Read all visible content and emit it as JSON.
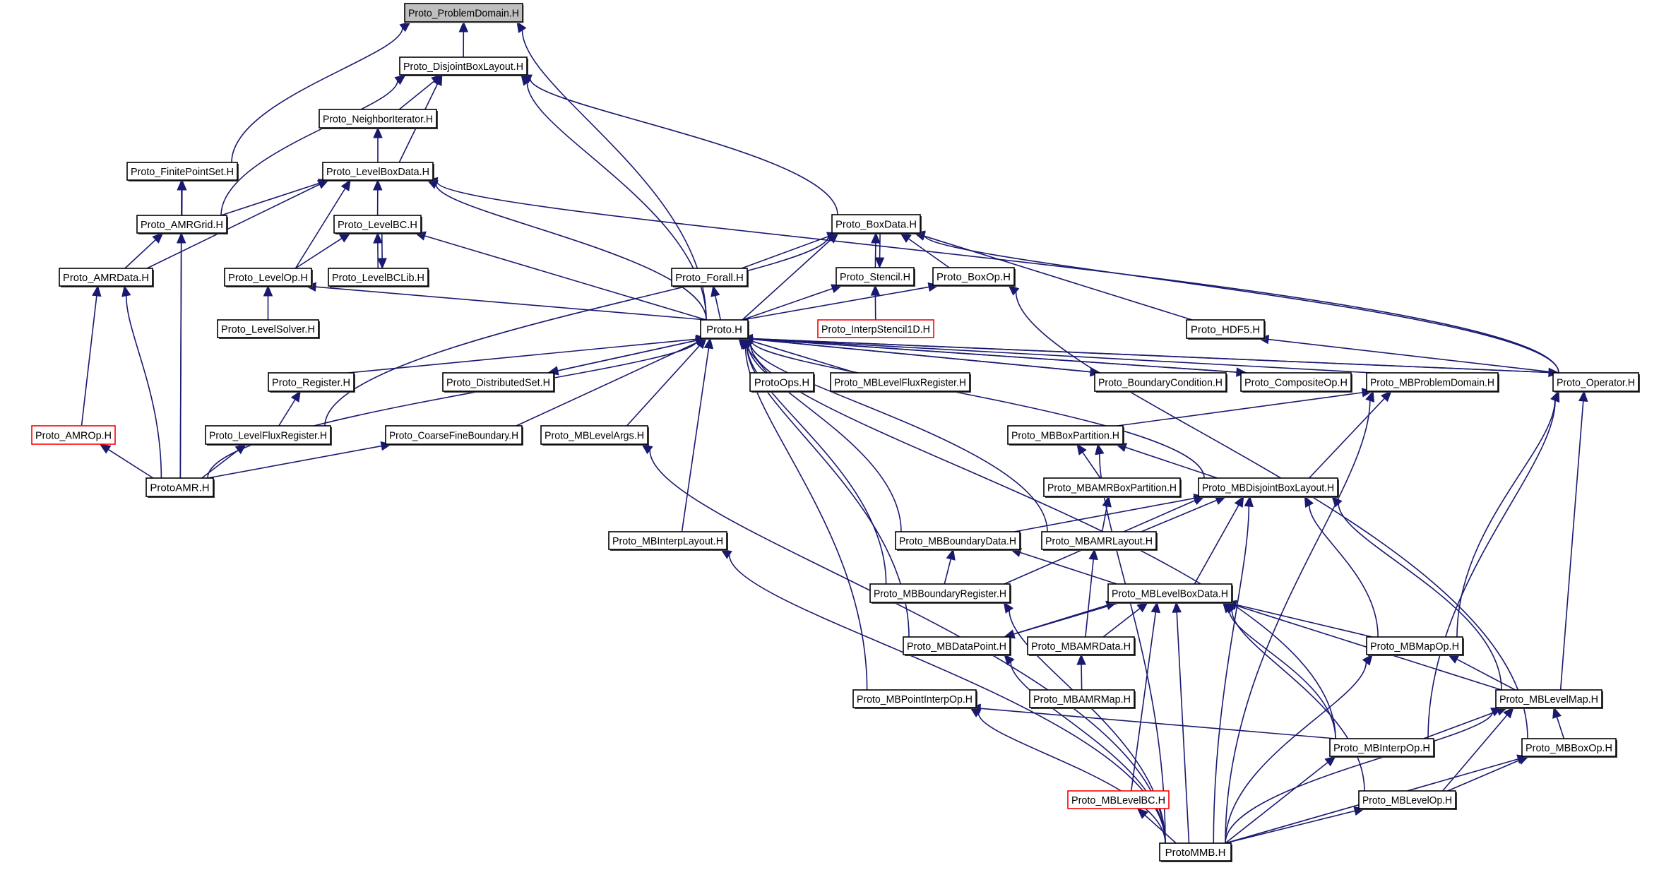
{
  "graph": {
    "title": "Proto_ProblemDomain.H dependency graph",
    "colors": {
      "edge": "#191970",
      "root_fill": "#bfbfbf",
      "missing_border": "#ff0000"
    },
    "root": "ProblemDomain",
    "nodes": [
      {
        "id": "ProblemDomain",
        "label": "Proto_ProblemDomain.H",
        "kind": "root"
      },
      {
        "id": "DisjointBoxLayout",
        "label": "Proto_DisjointBoxLayout.H",
        "kind": "normal"
      },
      {
        "id": "NeighborIterator",
        "label": "Proto_NeighborIterator.H",
        "kind": "normal"
      },
      {
        "id": "FinitePointSet",
        "label": "Proto_FinitePointSet.H",
        "kind": "normal"
      },
      {
        "id": "LevelBoxData",
        "label": "Proto_LevelBoxData.H",
        "kind": "normal"
      },
      {
        "id": "AMRGrid",
        "label": "Proto_AMRGrid.H",
        "kind": "normal"
      },
      {
        "id": "LevelBC",
        "label": "Proto_LevelBC.H",
        "kind": "normal"
      },
      {
        "id": "AMRData",
        "label": "Proto_AMRData.H",
        "kind": "normal"
      },
      {
        "id": "LevelOp",
        "label": "Proto_LevelOp.H",
        "kind": "normal"
      },
      {
        "id": "LevelBCLib",
        "label": "Proto_LevelBCLib.H",
        "kind": "normal"
      },
      {
        "id": "BoxData",
        "label": "Proto_BoxData.H",
        "kind": "normal"
      },
      {
        "id": "Forall",
        "label": "Proto_Forall.H",
        "kind": "normal"
      },
      {
        "id": "Stencil",
        "label": "Proto_Stencil.H",
        "kind": "normal"
      },
      {
        "id": "BoxOp",
        "label": "Proto_BoxOp.H",
        "kind": "normal"
      },
      {
        "id": "LevelSolver",
        "label": "Proto_LevelSolver.H",
        "kind": "normal"
      },
      {
        "id": "ProtoH",
        "label": "Proto.H",
        "kind": "normal"
      },
      {
        "id": "InterpStencil1D",
        "label": "Proto_InterpStencil1D.H",
        "kind": "missing"
      },
      {
        "id": "HDF5",
        "label": "Proto_HDF5.H",
        "kind": "normal"
      },
      {
        "id": "Register",
        "label": "Proto_Register.H",
        "kind": "normal"
      },
      {
        "id": "DistributedSet",
        "label": "Proto_DistributedSet.H",
        "kind": "normal"
      },
      {
        "id": "ProtoOps",
        "label": "ProtoOps.H",
        "kind": "normal"
      },
      {
        "id": "MBLevelFluxRegister",
        "label": "Proto_MBLevelFluxRegister.H",
        "kind": "normal"
      },
      {
        "id": "BoundaryCondition",
        "label": "Proto_BoundaryCondition.H",
        "kind": "normal"
      },
      {
        "id": "CompositeOp",
        "label": "Proto_CompositeOp.H",
        "kind": "normal"
      },
      {
        "id": "MBProblemDomain",
        "label": "Proto_MBProblemDomain.H",
        "kind": "normal"
      },
      {
        "id": "Operator",
        "label": "Proto_Operator.H",
        "kind": "normal"
      },
      {
        "id": "AMROp",
        "label": "Proto_AMROp.H",
        "kind": "missing"
      },
      {
        "id": "LevelFluxRegister",
        "label": "Proto_LevelFluxRegister.H",
        "kind": "normal"
      },
      {
        "id": "CoarseFineBoundary",
        "label": "Proto_CoarseFineBoundary.H",
        "kind": "normal"
      },
      {
        "id": "MBLevelArgs",
        "label": "Proto_MBLevelArgs.H",
        "kind": "normal"
      },
      {
        "id": "MBBoxPartition",
        "label": "Proto_MBBoxPartition.H",
        "kind": "normal"
      },
      {
        "id": "ProtoAMR",
        "label": "ProtoAMR.H",
        "kind": "normal"
      },
      {
        "id": "MBAMRBoxPartition",
        "label": "Proto_MBAMRBoxPartition.H",
        "kind": "normal"
      },
      {
        "id": "MBDisjointBoxLayout",
        "label": "Proto_MBDisjointBoxLayout.H",
        "kind": "normal"
      },
      {
        "id": "MBInterpLayout",
        "label": "Proto_MBInterpLayout.H",
        "kind": "normal"
      },
      {
        "id": "MBBoundaryData",
        "label": "Proto_MBBoundaryData.H",
        "kind": "normal"
      },
      {
        "id": "MBAMRLayout",
        "label": "Proto_MBAMRLayout.H",
        "kind": "normal"
      },
      {
        "id": "MBBoundaryRegister",
        "label": "Proto_MBBoundaryRegister.H",
        "kind": "normal"
      },
      {
        "id": "MBLevelBoxData",
        "label": "Proto_MBLevelBoxData.H",
        "kind": "normal"
      },
      {
        "id": "MBDataPoint",
        "label": "Proto_MBDataPoint.H",
        "kind": "normal"
      },
      {
        "id": "MBAMRData",
        "label": "Proto_MBAMRData.H",
        "kind": "normal"
      },
      {
        "id": "MBMapOp",
        "label": "Proto_MBMapOp.H",
        "kind": "normal"
      },
      {
        "id": "MBPointInterpOp",
        "label": "Proto_MBPointInterpOp.H",
        "kind": "normal"
      },
      {
        "id": "MBAMRMap",
        "label": "Proto_MBAMRMap.H",
        "kind": "normal"
      },
      {
        "id": "MBLevelMap",
        "label": "Proto_MBLevelMap.H",
        "kind": "normal"
      },
      {
        "id": "MBInterpOp",
        "label": "Proto_MBInterpOp.H",
        "kind": "normal"
      },
      {
        "id": "MBBoxOp",
        "label": "Proto_MBBoxOp.H",
        "kind": "normal"
      },
      {
        "id": "MBLevelBC",
        "label": "Proto_MBLevelBC.H",
        "kind": "missing"
      },
      {
        "id": "MBLevelOp",
        "label": "Proto_MBLevelOp.H",
        "kind": "normal"
      },
      {
        "id": "ProtoMMB",
        "label": "ProtoMMB.H",
        "kind": "normal"
      }
    ],
    "edges": [
      [
        "DisjointBoxLayout",
        "ProblemDomain"
      ],
      [
        "FinitePointSet",
        "ProblemDomain"
      ],
      [
        "ProtoH",
        "ProblemDomain"
      ],
      [
        "NeighborIterator",
        "DisjointBoxLayout"
      ],
      [
        "LevelBoxData",
        "DisjointBoxLayout"
      ],
      [
        "AMRGrid",
        "DisjointBoxLayout"
      ],
      [
        "ProtoH",
        "DisjointBoxLayout"
      ],
      [
        "BoxData",
        "DisjointBoxLayout"
      ],
      [
        "LevelBoxData",
        "NeighborIterator"
      ],
      [
        "AMRGrid",
        "FinitePointSet"
      ],
      [
        "ProtoAMR",
        "FinitePointSet"
      ],
      [
        "AMRGrid",
        "LevelBoxData"
      ],
      [
        "AMRData",
        "LevelBoxData"
      ],
      [
        "LevelOp",
        "LevelBoxData"
      ],
      [
        "LevelBC",
        "LevelBoxData"
      ],
      [
        "ProtoH",
        "LevelBoxData"
      ],
      [
        "Operator",
        "LevelBoxData"
      ],
      [
        "AMRData",
        "AMRGrid"
      ],
      [
        "ProtoAMR",
        "AMRGrid"
      ],
      [
        "LevelOp",
        "LevelBC"
      ],
      [
        "LevelBCLib",
        "LevelBC"
      ],
      [
        "LevelBC",
        "LevelBCLib"
      ],
      [
        "ProtoH",
        "LevelBC"
      ],
      [
        "AMROp",
        "AMRData"
      ],
      [
        "ProtoAMR",
        "AMRData"
      ],
      [
        "LevelSolver",
        "LevelOp"
      ],
      [
        "ProtoH",
        "LevelOp"
      ],
      [
        "Forall",
        "BoxData"
      ],
      [
        "Stencil",
        "BoxData"
      ],
      [
        "BoxData",
        "Stencil"
      ],
      [
        "BoxOp",
        "BoxData"
      ],
      [
        "ProtoH",
        "BoxData"
      ],
      [
        "LevelFluxRegister",
        "BoxData"
      ],
      [
        "HDF5",
        "BoxData"
      ],
      [
        "Operator",
        "BoxData"
      ],
      [
        "ProtoH",
        "Forall"
      ],
      [
        "ProtoH",
        "Stencil"
      ],
      [
        "InterpStencil1D",
        "Stencil"
      ],
      [
        "ProtoH",
        "BoxOp"
      ],
      [
        "MBBoxOp",
        "BoxOp"
      ],
      [
        "Operator",
        "HDF5"
      ],
      [
        "Register",
        "ProtoH"
      ],
      [
        "DistributedSet",
        "ProtoH"
      ],
      [
        "ProtoH",
        "DistributedSet"
      ],
      [
        "ProtoOps",
        "ProtoH"
      ],
      [
        "MBLevelFluxRegister",
        "ProtoH"
      ],
      [
        "BoundaryCondition",
        "ProtoH"
      ],
      [
        "ProtoH",
        "BoundaryCondition"
      ],
      [
        "CompositeOp",
        "ProtoH"
      ],
      [
        "ProtoH",
        "CompositeOp"
      ],
      [
        "MBProblemDomain",
        "ProtoH"
      ],
      [
        "Operator",
        "ProtoH"
      ],
      [
        "ProtoH",
        "Operator"
      ],
      [
        "CoarseFineBoundary",
        "ProtoH"
      ],
      [
        "MBLevelArgs",
        "ProtoH"
      ],
      [
        "MBInterpLayout",
        "ProtoH"
      ],
      [
        "ProtoAMR",
        "ProtoH"
      ],
      [
        "MBDataPoint",
        "ProtoH"
      ],
      [
        "MBPointInterpOp",
        "ProtoH"
      ],
      [
        "MBBoundaryRegister",
        "ProtoH"
      ],
      [
        "MBBoundaryData",
        "ProtoH"
      ],
      [
        "MBAMRLayout",
        "ProtoH"
      ],
      [
        "MBDisjointBoxLayout",
        "ProtoH"
      ],
      [
        "MBInterpOp",
        "ProtoH"
      ],
      [
        "LevelFluxRegister",
        "Register"
      ],
      [
        "ProtoAMR",
        "AMROp"
      ],
      [
        "ProtoAMR",
        "LevelFluxRegister"
      ],
      [
        "ProtoAMR",
        "CoarseFineBoundary"
      ],
      [
        "MBBoxPartition",
        "MBProblemDomain"
      ],
      [
        "MBDisjointBoxLayout",
        "MBProblemDomain"
      ],
      [
        "ProtoMMB",
        "MBProblemDomain"
      ],
      [
        "MBDisjointBoxLayout",
        "MBBoxPartition"
      ],
      [
        "MBAMRBoxPartition",
        "MBBoxPartition"
      ],
      [
        "ProtoMMB",
        "MBBoxPartition"
      ],
      [
        "MBAMRLayout",
        "MBAMRBoxPartition"
      ],
      [
        "MBAMRLayout",
        "MBDisjointBoxLayout"
      ],
      [
        "MBBoundaryData",
        "MBDisjointBoxLayout"
      ],
      [
        "MBBoundaryRegister",
        "MBDisjointBoxLayout"
      ],
      [
        "MBLevelBoxData",
        "MBDisjointBoxLayout"
      ],
      [
        "MBMapOp",
        "MBDisjointBoxLayout"
      ],
      [
        "MBLevelMap",
        "MBDisjointBoxLayout"
      ],
      [
        "ProtoMMB",
        "MBDisjointBoxLayout"
      ],
      [
        "MBBoundaryRegister",
        "MBBoundaryData"
      ],
      [
        "MBLevelBoxData",
        "MBBoundaryData"
      ],
      [
        "MBAMRData",
        "MBAMRLayout"
      ],
      [
        "ProtoMMB",
        "MBBoundaryRegister"
      ],
      [
        "MBDataPoint",
        "MBLevelBoxData"
      ],
      [
        "MBLevelBoxData",
        "MBDataPoint"
      ],
      [
        "MBAMRData",
        "MBLevelBoxData"
      ],
      [
        "MBMapOp",
        "MBLevelBoxData"
      ],
      [
        "MBLevelMap",
        "MBLevelBoxData"
      ],
      [
        "MBInterpOp",
        "MBLevelBoxData"
      ],
      [
        "MBLevelBC",
        "MBLevelBoxData"
      ],
      [
        "MBLevelOp",
        "MBLevelBoxData"
      ],
      [
        "ProtoMMB",
        "MBLevelBoxData"
      ],
      [
        "ProtoMMB",
        "MBDataPoint"
      ],
      [
        "MBAMRMap",
        "MBAMRData"
      ],
      [
        "MBLevelMap",
        "MBMapOp"
      ],
      [
        "ProtoMMB",
        "MBMapOp"
      ],
      [
        "MBMapOp",
        "Operator"
      ],
      [
        "MBLevelMap",
        "Operator"
      ],
      [
        "MBInterpOp",
        "Operator"
      ],
      [
        "MBInterpOp",
        "MBPointInterpOp"
      ],
      [
        "ProtoMMB",
        "MBPointInterpOp"
      ],
      [
        "MBInterpOp",
        "MBLevelMap"
      ],
      [
        "MBLevelOp",
        "MBLevelMap"
      ],
      [
        "MBBoxOp",
        "MBLevelMap"
      ],
      [
        "ProtoMMB",
        "MBLevelMap"
      ],
      [
        "ProtoMMB",
        "MBInterpOp"
      ],
      [
        "MBLevelOp",
        "MBBoxOp"
      ],
      [
        "ProtoMMB",
        "MBBoxOp"
      ],
      [
        "ProtoMMB",
        "MBLevelBC"
      ],
      [
        "ProtoMMB",
        "MBLevelOp"
      ],
      [
        "ProtoMMB",
        "MBLevelArgs"
      ],
      [
        "ProtoMMB",
        "MBInterpLayout"
      ]
    ]
  }
}
